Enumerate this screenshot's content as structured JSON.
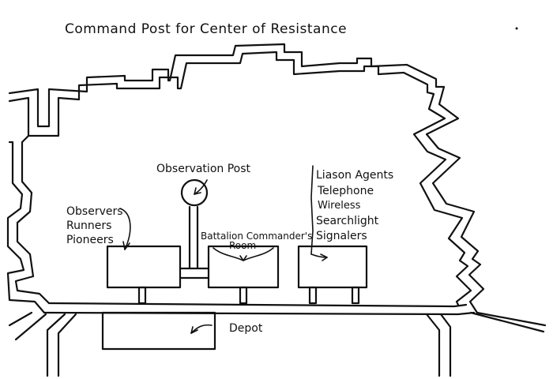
{
  "title": "Command Post for Center of Resistance",
  "labels": {
    "observation_post": "Observation Post",
    "left_group": [
      "Observers",
      "Runners",
      "Pioneers"
    ],
    "battalion_commanders_room": [
      "Battalion Commander's",
      "Room"
    ],
    "right_group": [
      "Liason Agents",
      "Telephone",
      "Wireless",
      "Searchlight",
      "Signalers"
    ],
    "depot": "Depot"
  }
}
